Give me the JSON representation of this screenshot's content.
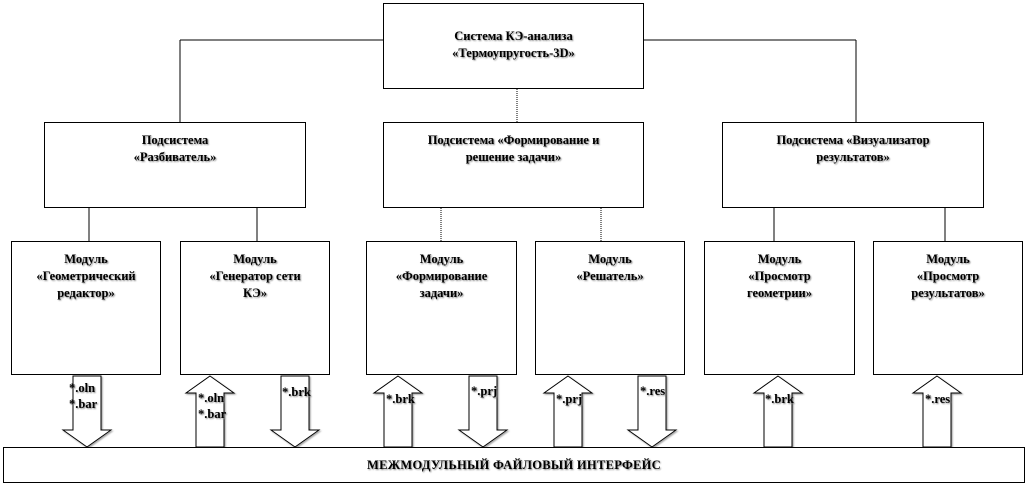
{
  "root": {
    "line1": "Система КЭ-анализа",
    "line2": "«Термоупругость-3D»"
  },
  "subsystems": [
    {
      "line1": "Подсистема",
      "line2": "«Разбиватель»"
    },
    {
      "line1": "Подсистема «Формирование и",
      "line2": "решение задачи»"
    },
    {
      "line1": "Подсистема «Визуализатор",
      "line2": "результатов»"
    }
  ],
  "modules": [
    {
      "lines": [
        "Модуль",
        "«Геометрический",
        "редактор»"
      ]
    },
    {
      "lines": [
        "Модуль",
        "«Генератор сети",
        "КЭ»"
      ]
    },
    {
      "lines": [
        "Модуль",
        "«Формирование",
        "задачи»"
      ]
    },
    {
      "lines": [
        "Модуль",
        "«Решатель»"
      ]
    },
    {
      "lines": [
        "Модуль",
        "«Просмотр",
        "геометрии»"
      ]
    },
    {
      "lines": [
        "Модуль",
        "«Просмотр",
        "результатов»"
      ]
    }
  ],
  "flows": [
    {
      "label": "*.oln\n*.bar",
      "direction": "down"
    },
    {
      "label": "*.oln\n*.bar",
      "direction": "up"
    },
    {
      "label": "*.brk",
      "direction": "down"
    },
    {
      "label": "*.brk",
      "direction": "up"
    },
    {
      "label": "*.prj",
      "direction": "down"
    },
    {
      "label": "*.prj",
      "direction": "up"
    },
    {
      "label": "*.res",
      "direction": "down"
    },
    {
      "label": "*.brk",
      "direction": "up"
    },
    {
      "label": "*.res",
      "direction": "up"
    }
  ],
  "interface": {
    "label": "МЕЖМОДУЛЬНЫЙ  ФАЙЛОВЫЙ ИНТЕРФЕЙС"
  }
}
